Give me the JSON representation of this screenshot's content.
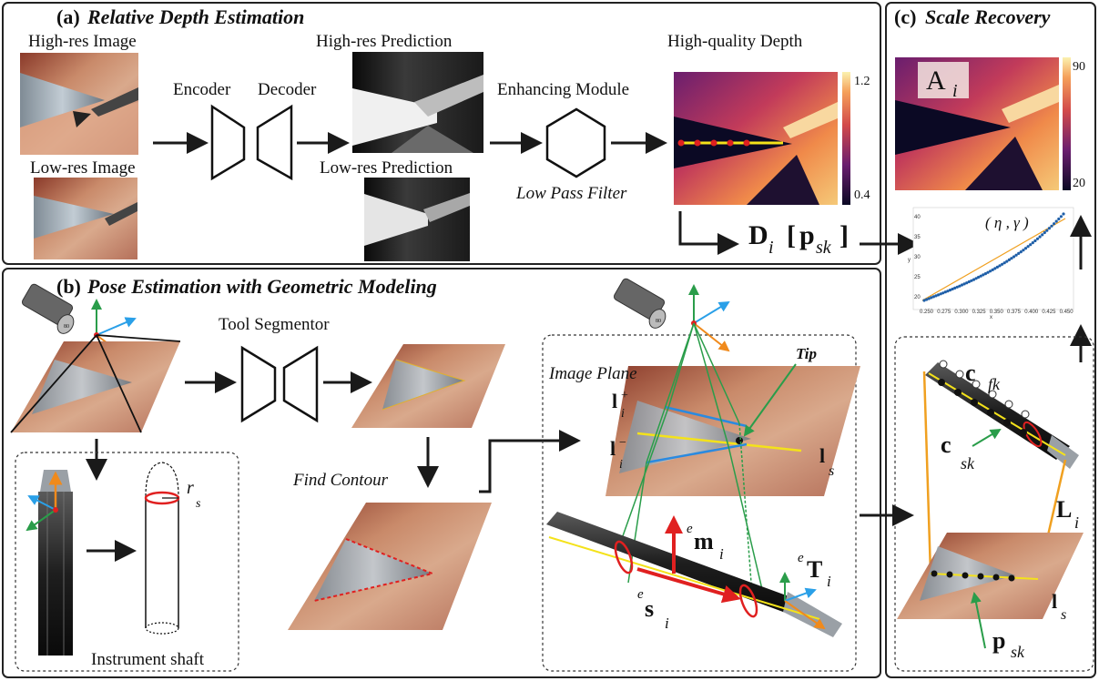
{
  "panels": {
    "a": {
      "letter": "(a)",
      "title": "Relative Depth Estimation"
    },
    "b": {
      "letter": "(b)",
      "title": "Pose Estimation with Geometric Modeling"
    },
    "c": {
      "letter": "(c)",
      "title": "Scale Recovery"
    }
  },
  "panel_a": {
    "high_res_image": "High-res Image",
    "low_res_image": "Low-res Image",
    "encoder": "Encoder",
    "decoder": "Decoder",
    "high_res_prediction": "High-res Prediction",
    "low_res_prediction": "Low-res Prediction",
    "enhancing_module": "Enhancing Module",
    "low_pass_filter": "Low Pass Filter",
    "high_quality_depth": "High-quality Depth",
    "colorbar_max": "1.2",
    "colorbar_min": "0.4",
    "depth_sample": {
      "D": "D",
      "i": "i",
      "p": "p",
      "sk": "sk"
    }
  },
  "panel_b": {
    "tool_segmentor": "Tool Segmentor",
    "find_contour": "Find Contour",
    "instrument_shaft": "Instrument shaft",
    "r": "r",
    "r_sub": "s",
    "camera_label": "80",
    "image_plane": "Image Plane",
    "tip": "Tip",
    "l_plus": "l",
    "l_plus_sup": "+",
    "l_plus_sub": "i",
    "l_minus": "l",
    "l_minus_sup": "−",
    "l_minus_sub": "i",
    "l_s": "l",
    "l_s_sub": "s",
    "e_m": {
      "sup": "e",
      "main": "m",
      "sub": "i"
    },
    "e_T": {
      "sup": "e",
      "main": "T",
      "sub": "i"
    },
    "e_s": {
      "sup": "e",
      "main": "s",
      "sub": "i"
    }
  },
  "panel_c": {
    "A": "A",
    "A_sub": "i",
    "colorbar_max": "90",
    "colorbar_min": "20",
    "fit_params": "( η , γ )",
    "scatter_yticks": [
      "40",
      "35",
      "30",
      "25",
      "20"
    ],
    "scatter_xticks": [
      "0.250",
      "0.275",
      "0.300",
      "0.325",
      "0.350",
      "0.375",
      "0.400",
      "0.425",
      "0.450"
    ],
    "scatter_xlabel": "x",
    "scatter_ylabel": "y",
    "c_fk": {
      "main": "c",
      "sub": "fk"
    },
    "c_sk": {
      "main": "c",
      "sub": "sk"
    },
    "L": {
      "main": "L",
      "sub": "i"
    },
    "l_s": {
      "main": "l",
      "sub": "s"
    },
    "p_sk": {
      "main": "p",
      "sub": "sk"
    }
  },
  "colors": {
    "frame": "#222222",
    "arrow": "#1a1a1a",
    "axis_x": "#f08a1c",
    "axis_y": "#2aa0e8",
    "axis_z": "#2a9d4a",
    "yellow": "#f4e21a",
    "red": "#e02020",
    "green": "#2a9d4a",
    "blue": "#2a8ae0",
    "orange": "#f0a020"
  }
}
